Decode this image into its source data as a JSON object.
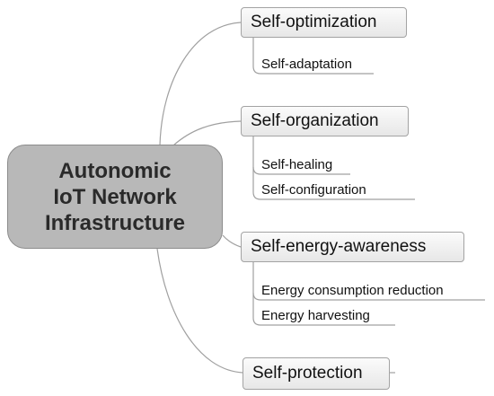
{
  "center": {
    "lines": [
      "Autonomic",
      "IoT Network",
      "Infrastructure"
    ]
  },
  "topics": [
    {
      "label": "Self-optimization",
      "children": [
        "Self-adaptation"
      ]
    },
    {
      "label": "Self-organization",
      "children": [
        "Self-healing",
        "Self-configuration"
      ]
    },
    {
      "label": "Self-energy-awareness",
      "children": [
        "Energy consumption reduction",
        "Energy harvesting"
      ]
    },
    {
      "label": "Self-protection",
      "children": []
    }
  ],
  "colors": {
    "center_fill": "#b8b8b8",
    "topic_border": "#a3a3a3",
    "connector": "#a0a0a0"
  }
}
